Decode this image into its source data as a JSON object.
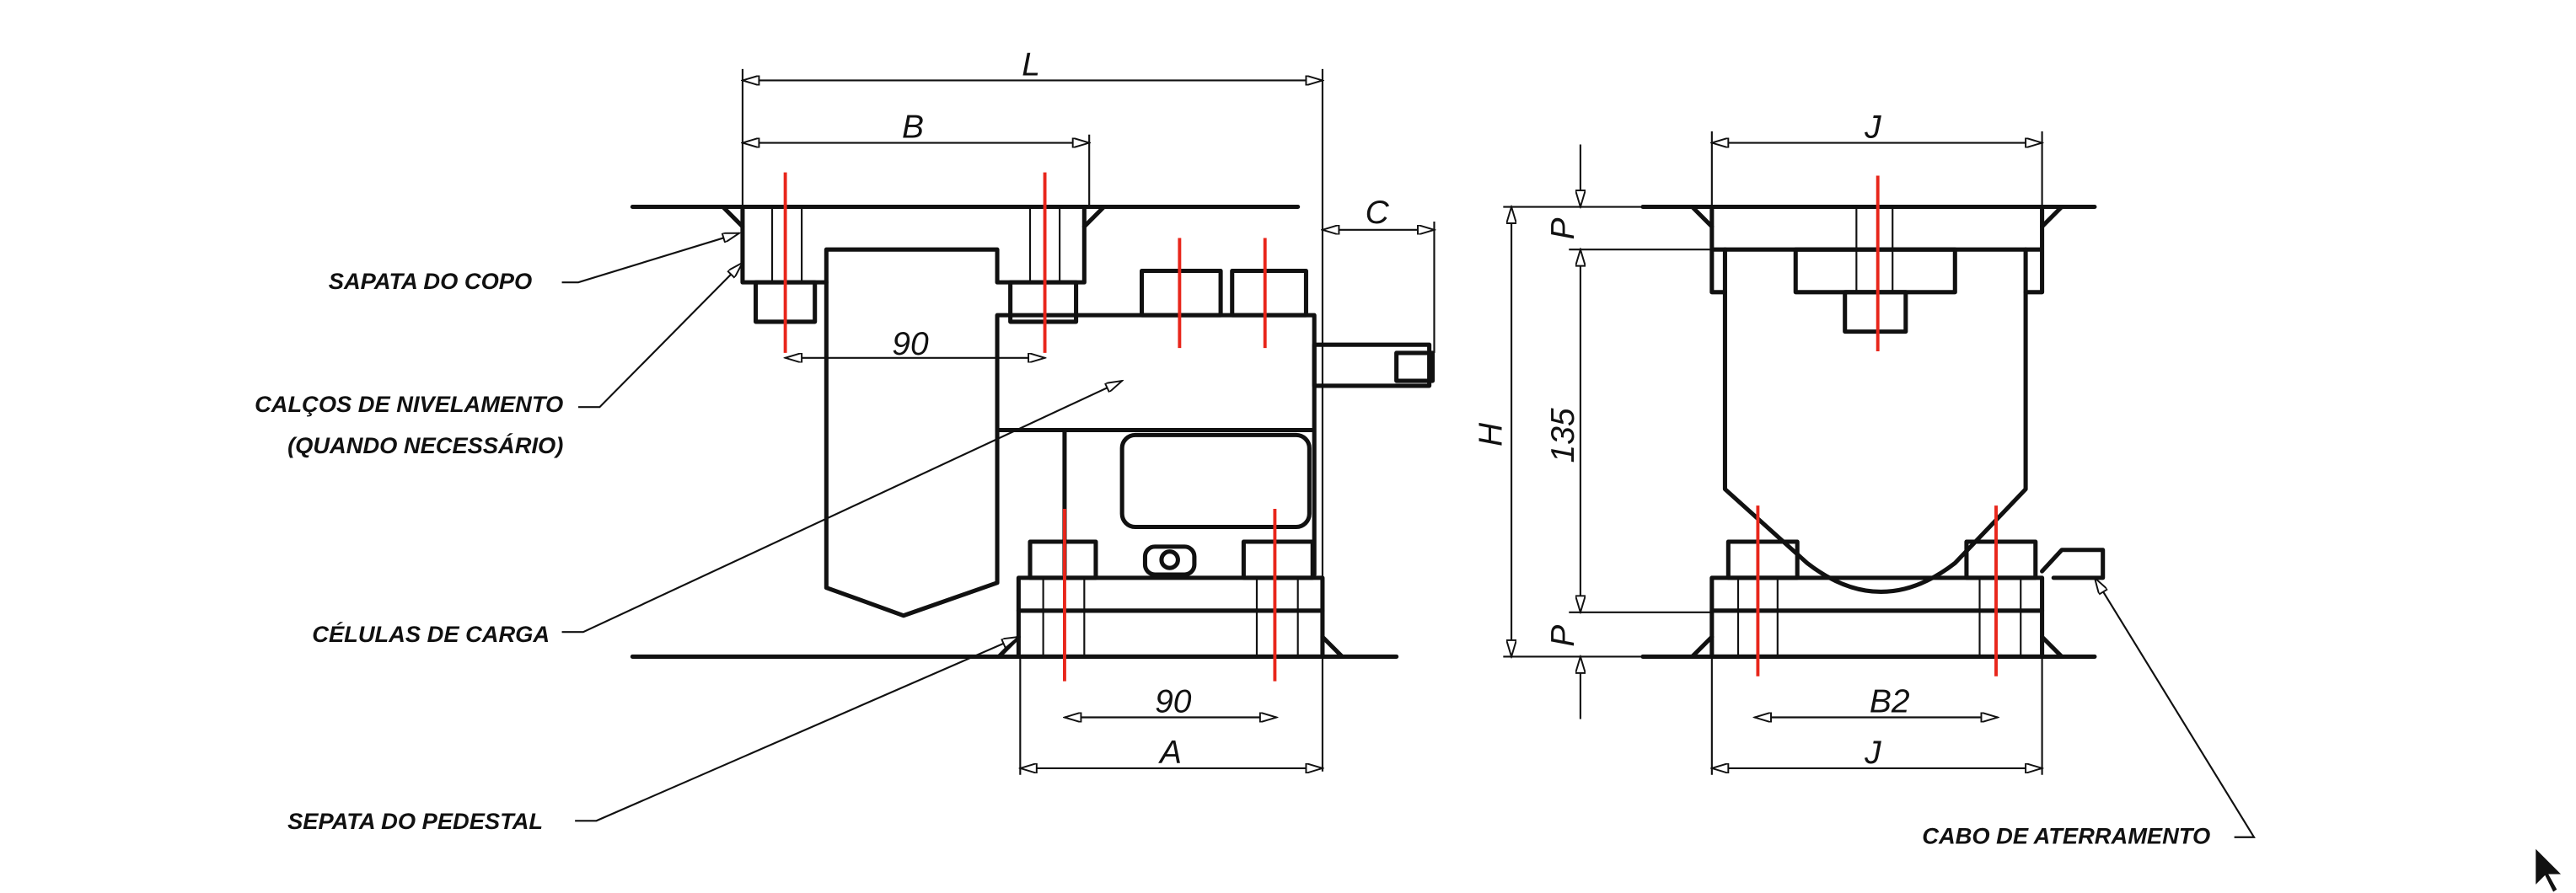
{
  "labels": {
    "sapata_copo": "SAPATA DO COPO",
    "calcos_line1": "CALÇOS DE NIVELAMENTO",
    "calcos_line2": "(QUANDO NECESSÁRIO)",
    "celulas": "CÉLULAS DE CARGA",
    "sapata_pedestal": "SEPATA DO PEDESTAL",
    "cabo": "CABO DE ATERRAMENTO"
  },
  "dimensions": {
    "L": "L",
    "B": "B",
    "C": "C",
    "top_90": "90",
    "bottom_90": "90",
    "A": "A",
    "J_top": "J",
    "J_bottom": "J",
    "H": "H",
    "P_top": "P",
    "P_bottom": "P",
    "height_135": "135",
    "B2": "B2"
  },
  "colors": {
    "lines": "#111111",
    "centerlines": "#e8261b"
  }
}
